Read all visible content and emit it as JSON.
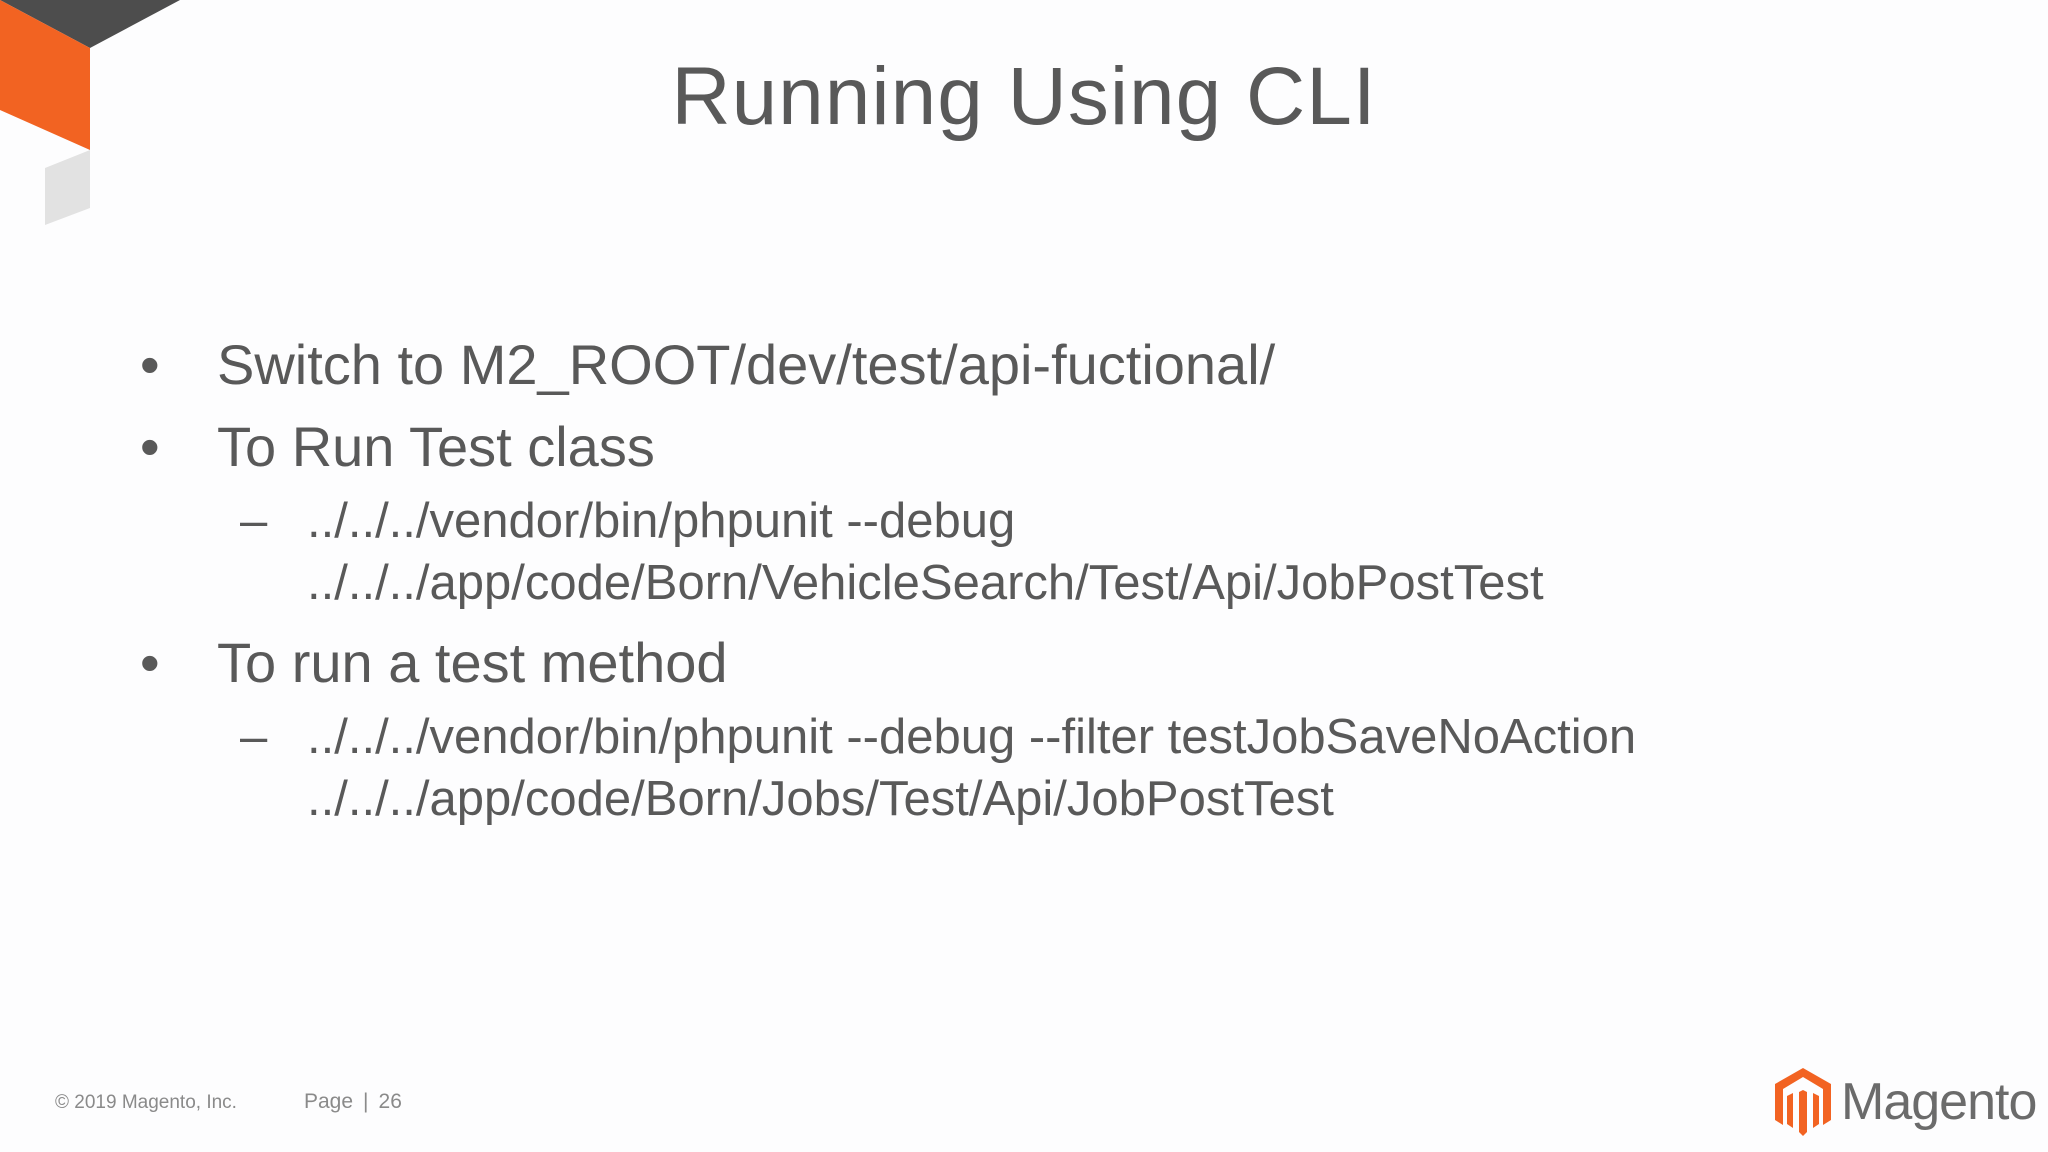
{
  "slide": {
    "title": "Running Using CLI",
    "bullets": [
      {
        "text": "Switch to M2_ROOT/dev/test/api-fuctional/"
      },
      {
        "text": "To Run Test class",
        "sub": {
          "line1": "../../../vendor/bin/phpunit --debug",
          "line2": "../../../app/code/Born/VehicleSearch/Test/Api/JobPostTest"
        }
      },
      {
        "text": "To run a test method",
        "sub": {
          "line1": "../../../vendor/bin/phpunit --debug --filter testJobSaveNoAction",
          "line2": "../../../app/code/Born/Jobs/Test/Api/JobPostTest"
        }
      }
    ],
    "bullet_marker": "•",
    "sub_marker": "–"
  },
  "footer": {
    "copyright": "© 2019 Magento, Inc.",
    "page_label": "Page",
    "separator": "|",
    "page_number": "26"
  },
  "logo": {
    "text": "Magento",
    "icon": "magento-logo-icon"
  },
  "colors": {
    "text": "#595959",
    "orange": "#f26322",
    "dark_gray": "#4d4d4d",
    "light_gray": "#e0e0e0"
  }
}
